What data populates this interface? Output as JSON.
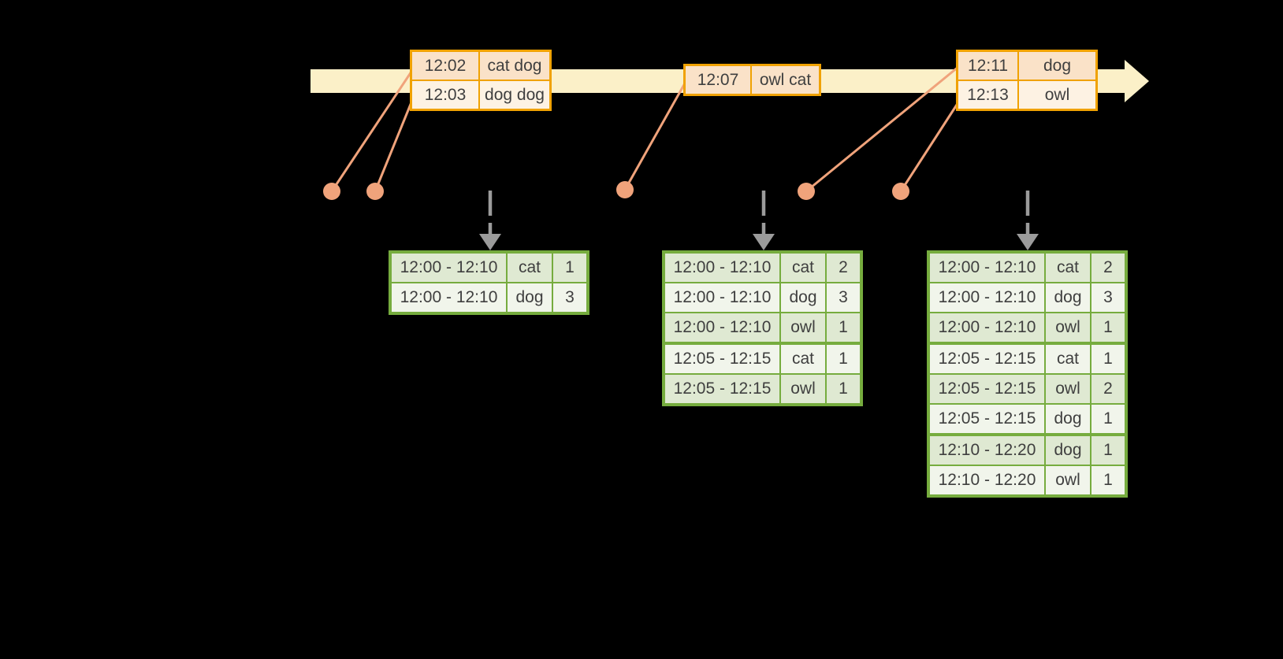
{
  "colors": {
    "background": "#000000",
    "timeline_band": "#FBF0C8",
    "event_table_border": "#F0A202",
    "event_row_peach": "#FAE2C8",
    "event_row_cream": "#FDF2E3",
    "event_marker_salmon": "#F0A37B",
    "trigger_arrow_gray": "#9B9B9B",
    "result_table_border": "#76AC3E",
    "result_row_tint": "#DFE9D2",
    "result_row_light": "#F1F5EB",
    "text": "#3F3F3F"
  },
  "icons": {
    "timeline_arrowhead": "right-arrowhead",
    "trigger_arrow": "dashed-down-arrow",
    "event_marker": "dot-with-leader-line"
  },
  "timeline": {
    "event_tables": [
      {
        "rows": [
          {
            "time": "12:02",
            "words": "cat dog"
          },
          {
            "time": "12:03",
            "words": "dog dog"
          }
        ]
      },
      {
        "rows": [
          {
            "time": "12:07",
            "words": "owl cat"
          }
        ]
      },
      {
        "rows": [
          {
            "time": "12:11",
            "words": "dog"
          },
          {
            "time": "12:13",
            "words": "owl"
          }
        ]
      }
    ]
  },
  "result_tables": [
    {
      "rows": [
        {
          "window": "12:00 - 12:10",
          "word": "cat",
          "count": "1"
        },
        {
          "window": "12:00 - 12:10",
          "word": "dog",
          "count": "3"
        }
      ]
    },
    {
      "rows": [
        {
          "window": "12:00 - 12:10",
          "word": "cat",
          "count": "2"
        },
        {
          "window": "12:00 - 12:10",
          "word": "dog",
          "count": "3"
        },
        {
          "window": "12:00 - 12:10",
          "word": "owl",
          "count": "1"
        },
        {
          "window": "12:05 - 12:15",
          "word": "cat",
          "count": "1"
        },
        {
          "window": "12:05 - 12:15",
          "word": "owl",
          "count": "1"
        }
      ]
    },
    {
      "rows": [
        {
          "window": "12:00 - 12:10",
          "word": "cat",
          "count": "2"
        },
        {
          "window": "12:00 - 12:10",
          "word": "dog",
          "count": "3"
        },
        {
          "window": "12:00 - 12:10",
          "word": "owl",
          "count": "1"
        },
        {
          "window": "12:05 - 12:15",
          "word": "cat",
          "count": "1"
        },
        {
          "window": "12:05 - 12:15",
          "word": "owl",
          "count": "2"
        },
        {
          "window": "12:05 - 12:15",
          "word": "dog",
          "count": "1"
        },
        {
          "window": "12:10 - 12:20",
          "word": "dog",
          "count": "1"
        },
        {
          "window": "12:10 - 12:20",
          "word": "owl",
          "count": "1"
        }
      ]
    }
  ]
}
